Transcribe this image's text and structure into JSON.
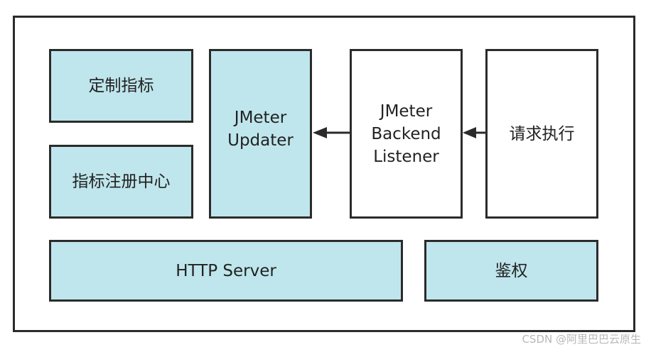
{
  "diagram": {
    "boxes": {
      "custom_metrics": "定制指标",
      "metric_registry": "指标注册中心",
      "jmeter_updater_line1": "JMeter",
      "jmeter_updater_line2": "Updater",
      "backend_listener_line1": "JMeter",
      "backend_listener_line2": "Backend",
      "backend_listener_line3": "Listener",
      "request_execution": "请求执行",
      "http_server": "HTTP Server",
      "auth": "鉴权"
    },
    "colors": {
      "teal_fill": "#bfe6ec",
      "white_fill": "#ffffff",
      "border": "#2b2b2b"
    },
    "edges": [
      {
        "from": "request_execution",
        "to": "backend_listener"
      },
      {
        "from": "backend_listener",
        "to": "jmeter_updater"
      }
    ]
  },
  "watermark": "CSDN @阿里巴巴云原生"
}
